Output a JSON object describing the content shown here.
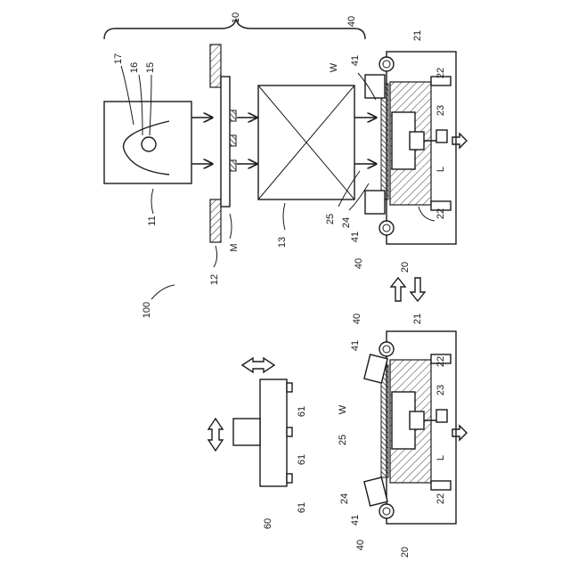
{
  "figure": {
    "labels": {
      "l10": "10",
      "l17": "17",
      "l16": "16",
      "l15": "15",
      "l11": "11",
      "l12": "12",
      "lM": "M",
      "l13": "13",
      "l100": "100",
      "top_40a": "40",
      "top_41a": "41",
      "top_W": "W",
      "top_21": "21",
      "top_22a": "22",
      "top_23": "23",
      "top_L": "L",
      "top_22b": "22",
      "top_25": "25",
      "top_24": "24",
      "top_41b": "41",
      "top_40b": "40",
      "top_20": "20",
      "bot_40a": "40",
      "bot_41a": "41",
      "bot_21": "21",
      "bot_22a": "22",
      "bot_23": "23",
      "bot_W": "W",
      "bot_L": "L",
      "bot_25": "25",
      "bot_22b": "22",
      "bot_24": "24",
      "bot_41b": "41",
      "bot_40b": "40",
      "bot_20": "20",
      "l60": "60",
      "l61a": "61",
      "l61b": "61",
      "l61c": "61"
    }
  }
}
